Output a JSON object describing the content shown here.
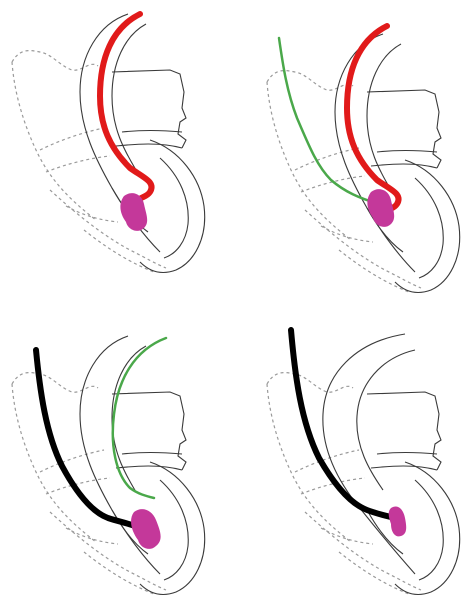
{
  "colors": {
    "outline": "#3a3a3a",
    "dashed": "#9a9a9a",
    "red_path": "#e11a1a",
    "green_path": "#4aa84a",
    "black_path": "#000000",
    "magenta_blob": "#c4389a",
    "background": "#ffffff"
  },
  "panels": [
    {
      "id": "top-left",
      "paths": [
        "red"
      ],
      "blob": true
    },
    {
      "id": "top-right",
      "paths": [
        "green",
        "red"
      ],
      "blob": true
    },
    {
      "id": "bottom-left",
      "paths": [
        "black",
        "green"
      ],
      "blob": true
    },
    {
      "id": "bottom-right",
      "paths": [
        "black"
      ],
      "blob": true
    }
  ]
}
